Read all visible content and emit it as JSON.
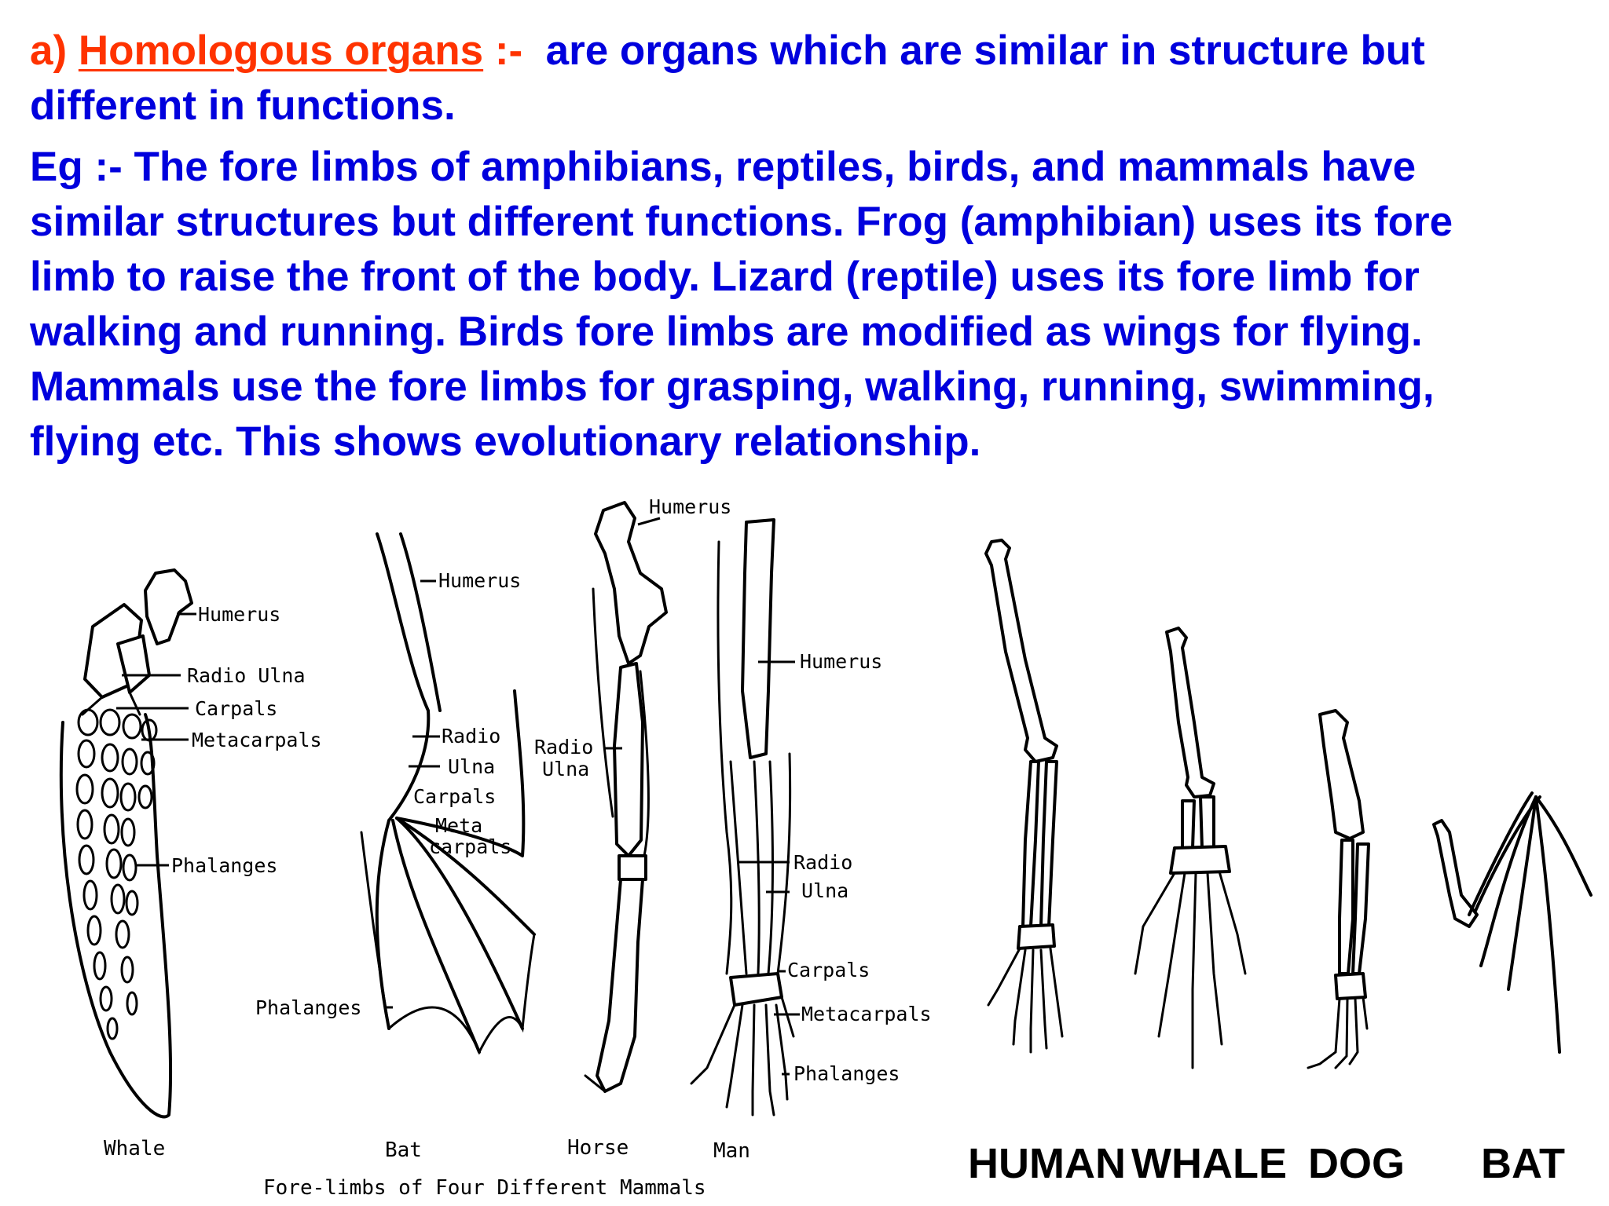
{
  "intro": {
    "prefix": "a) ",
    "term": "Homologous organs",
    "separator": " :-",
    "definition_line1": "are organs which are similar in structure but",
    "definition_line2": "different in functions."
  },
  "example_lines": [
    "Eg :- The fore limbs of amphibians, reptiles, birds, and mammals have",
    "similar structures but different functions. Frog (amphibian) uses its fore",
    "limb to raise the front of the body. Lizard (reptile) uses its fore limb for",
    "walking and running. Birds fore limbs are modified as wings for flying.",
    "Mammals use the fore limbs for grasping, walking, running, swimming,",
    "flying etc. This shows evolutionary relationship."
  ],
  "left_figure": {
    "caption": "Fore-limbs of Four Different Mammals",
    "whale": {
      "name": "Whale",
      "labels": [
        "Humerus",
        "Radio Ulna",
        "Carpals",
        "Metacarpals",
        "Phalanges"
      ]
    },
    "bat": {
      "name": "Bat",
      "labels": {
        "humerus": "Humerus",
        "radio": "Radio",
        "ulna": "Ulna",
        "carpals": "Carpals",
        "meta": "Meta",
        "carpals2": "carpals",
        "phalanges": "Phalanges"
      }
    },
    "horse": {
      "name": "Horse",
      "labels": {
        "humerus": "Humerus",
        "radio": "Radio",
        "ulna": "Ulna"
      }
    },
    "man": {
      "name": "Man",
      "labels": [
        "Humerus",
        "Radio",
        "Ulna",
        "Carpals",
        "Metacarpals",
        "Phalanges"
      ]
    }
  },
  "right_figure": {
    "labels": [
      "HUMAN",
      "WHALE",
      "DOG",
      "BAT"
    ]
  },
  "colors": {
    "body_text": "#0000dd",
    "term": "#ff3300"
  }
}
